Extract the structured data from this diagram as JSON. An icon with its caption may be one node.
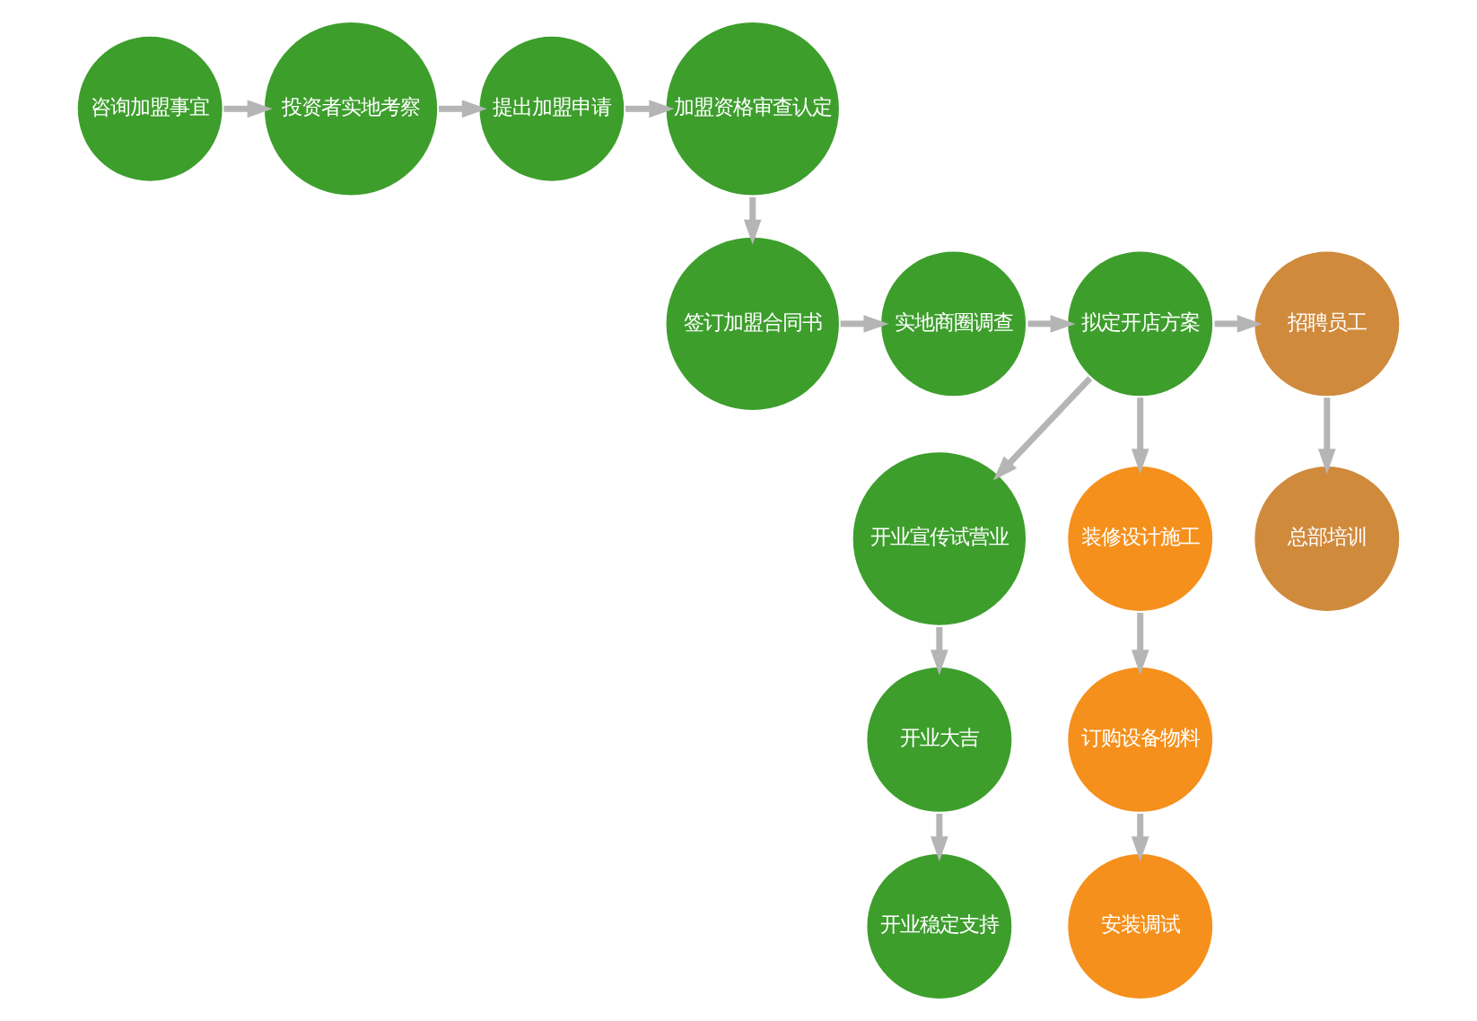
{
  "diagram": {
    "nodes": [
      {
        "text": [
          "咨询加盟事宜"
        ]
      },
      {
        "text": [
          "投资者实地考察"
        ]
      },
      {
        "text": [
          "提出加盟申请"
        ]
      },
      {
        "text": [
          "加盟资格审查认定"
        ]
      },
      {
        "text": [
          "签订加盟合同书"
        ]
      },
      {
        "text": [
          "实地商圈调查"
        ]
      },
      {
        "text": [
          "拟定开店方案"
        ]
      },
      {
        "text": [
          "招聘员工"
        ]
      },
      {
        "text": [
          "总部培训"
        ]
      },
      {
        "text": [
          "开业宣传试营业"
        ]
      },
      {
        "text": [
          "装修设计施工"
        ]
      },
      {
        "text": [
          "订购设备物料"
        ]
      },
      {
        "text": [
          "安装调试"
        ]
      },
      {
        "text": [
          "开业大吉"
        ]
      },
      {
        "text": [
          "开业稳定支持"
        ]
      }
    ],
    "edges": [
      {
        "from": 0,
        "to": 1,
        "arrow": "to"
      },
      {
        "from": 1,
        "to": 2,
        "arrow": "to"
      },
      {
        "from": 2,
        "to": 3,
        "arrow": "to"
      },
      {
        "from": 3,
        "to": 4,
        "arrow": "to"
      },
      {
        "from": 4,
        "to": 5,
        "arrow": "to"
      },
      {
        "from": 5,
        "to": 6,
        "arrow": "to"
      },
      {
        "from": 6,
        "to": 7,
        "arrow": "to"
      },
      {
        "from": 7,
        "to": 8,
        "arrow": "to"
      },
      {
        "from": 6,
        "to": 9,
        "arrow": "to"
      },
      {
        "from": 6,
        "to": 10,
        "arrow": "to"
      },
      {
        "from": 9,
        "to": 13,
        "arrow": "to"
      },
      {
        "from": 13,
        "to": 14,
        "arrow": "to"
      },
      {
        "from": 10,
        "to": 11,
        "arrow": "to"
      },
      {
        "from": 11,
        "to": 12,
        "arrow": "to"
      }
    ]
  }
}
